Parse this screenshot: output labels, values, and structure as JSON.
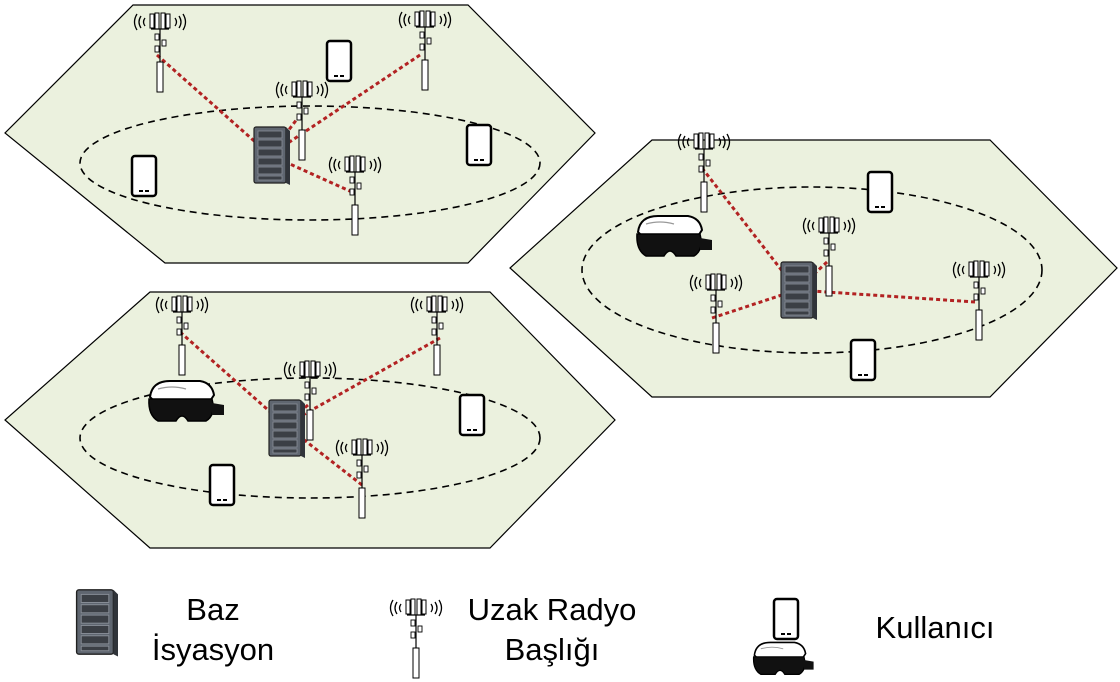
{
  "legend": {
    "base_station_line1": "Baz",
    "base_station_line2": "İsyasyon",
    "rrh_line1": "Uzak Radyo",
    "rrh_line2": "Başlığı",
    "user": "Kullanıcı"
  },
  "colors": {
    "cell_fill": "#ebf1de",
    "fronthaul_link": "#b22222",
    "outline": "#000000"
  },
  "cells": [
    {
      "id": "top-left",
      "base_stations": 1,
      "radio_heads": 4,
      "users": [
        "phone",
        "phone",
        "phone"
      ]
    },
    {
      "id": "right",
      "base_stations": 1,
      "radio_heads": 4,
      "users": [
        "phone",
        "phone",
        "vr-headset"
      ]
    },
    {
      "id": "bottom-left",
      "base_stations": 1,
      "radio_heads": 4,
      "users": [
        "phone",
        "phone",
        "vr-headset"
      ]
    }
  ]
}
